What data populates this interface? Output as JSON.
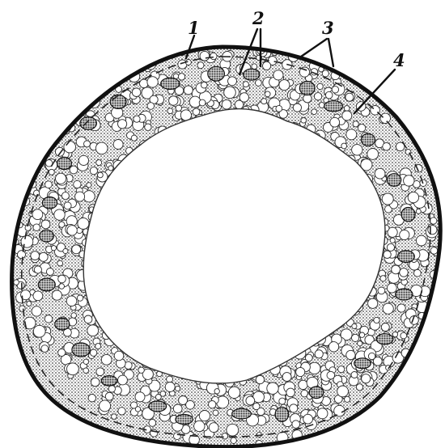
{
  "figure": {
    "labels": [
      {
        "id": "1",
        "text": "1"
      },
      {
        "id": "2",
        "text": "2"
      },
      {
        "id": "3",
        "text": "3"
      },
      {
        "id": "4",
        "text": "4"
      }
    ]
  },
  "colors": {
    "ink": "#111111",
    "stipple": "#555555",
    "background": "#ffffff"
  }
}
